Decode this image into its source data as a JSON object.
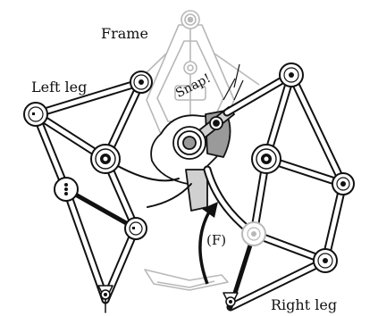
{
  "labels": {
    "frame": "Frame",
    "left_leg": "Left leg",
    "right_leg": "Right leg",
    "snap": "Snap!",
    "force": "(F)"
  },
  "colors": {
    "ink": "#111111",
    "frame_gray": "#b8b8b8",
    "shade": "#9a9a9a",
    "light_shade": "#d0d0d0"
  }
}
